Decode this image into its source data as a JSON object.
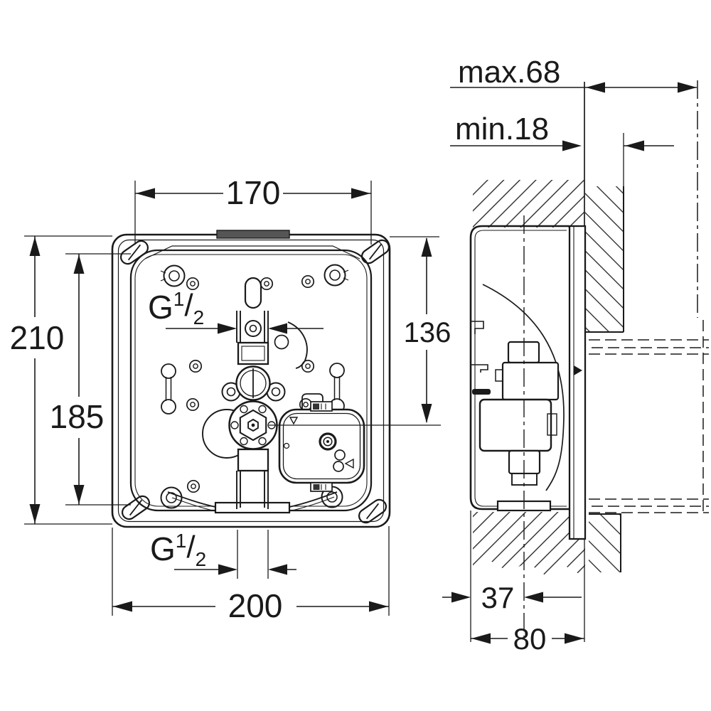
{
  "front_view": {
    "top_slot_spacing": "170",
    "overall_height": "210",
    "vertical_slot_spacing": "185",
    "top_to_valve_center": "136",
    "overall_width": "200",
    "top_thread": {
      "prefix": "G",
      "numerator": "1",
      "slash": "/",
      "denominator": "2"
    },
    "bottom_thread": {
      "prefix": "G",
      "numerator": "1",
      "slash": "/",
      "denominator": "2"
    }
  },
  "side_view": {
    "depth_max": "max.68",
    "depth_min": "min.18",
    "front_to_pipe_center": "37",
    "overall_depth": "80"
  },
  "colors": {
    "line": "#1a1a1a",
    "background": "#ffffff",
    "tab": "#555555",
    "connector": "#333333"
  }
}
